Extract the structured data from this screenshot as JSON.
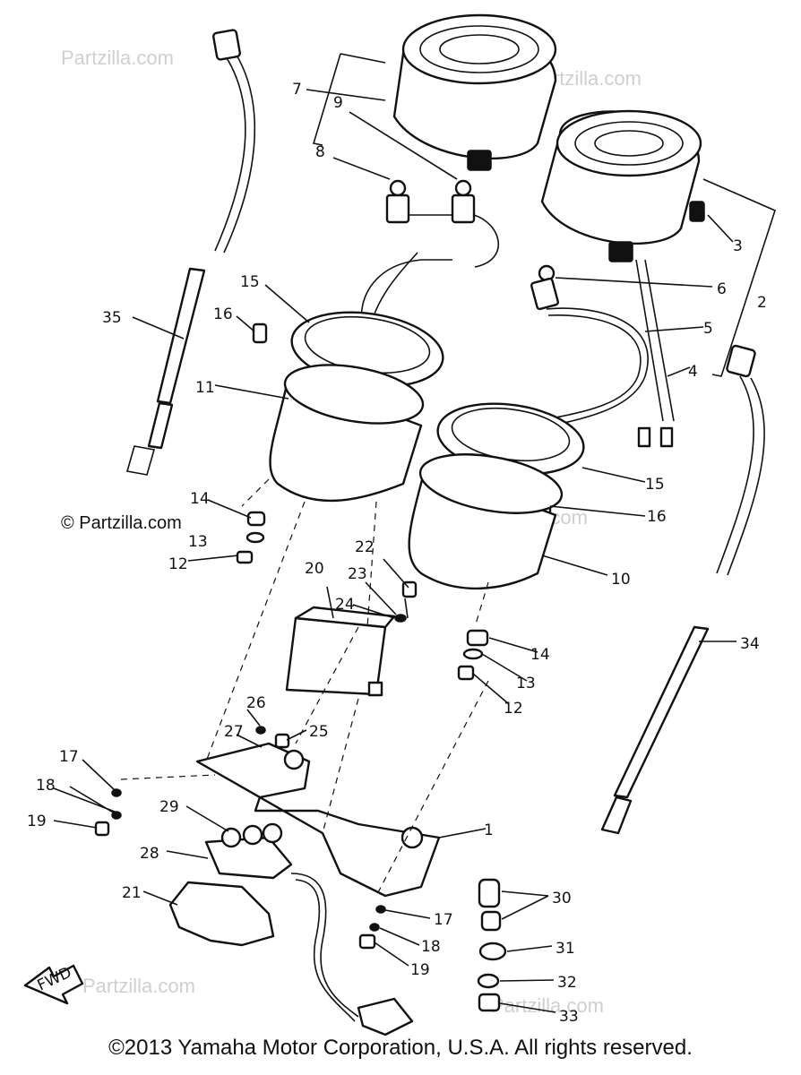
{
  "watermarks": [
    "© Partzilla.com",
    "Partzilla.com",
    "© Partzilla.com"
  ],
  "labels": [
    "1",
    "2",
    "3",
    "4",
    "5",
    "6",
    "7",
    "8",
    "9",
    "10",
    "11",
    "12",
    "13",
    "14",
    "15",
    "16",
    "17",
    "18",
    "19",
    "20",
    "21",
    "22",
    "23",
    "24",
    "25",
    "26",
    "27",
    "28",
    "29",
    "30",
    "31",
    "32",
    "33",
    "34",
    "35",
    "FWD"
  ],
  "copyright": "©2013 Yamaha Motor Corporation, U.S.A. All rights reserved."
}
